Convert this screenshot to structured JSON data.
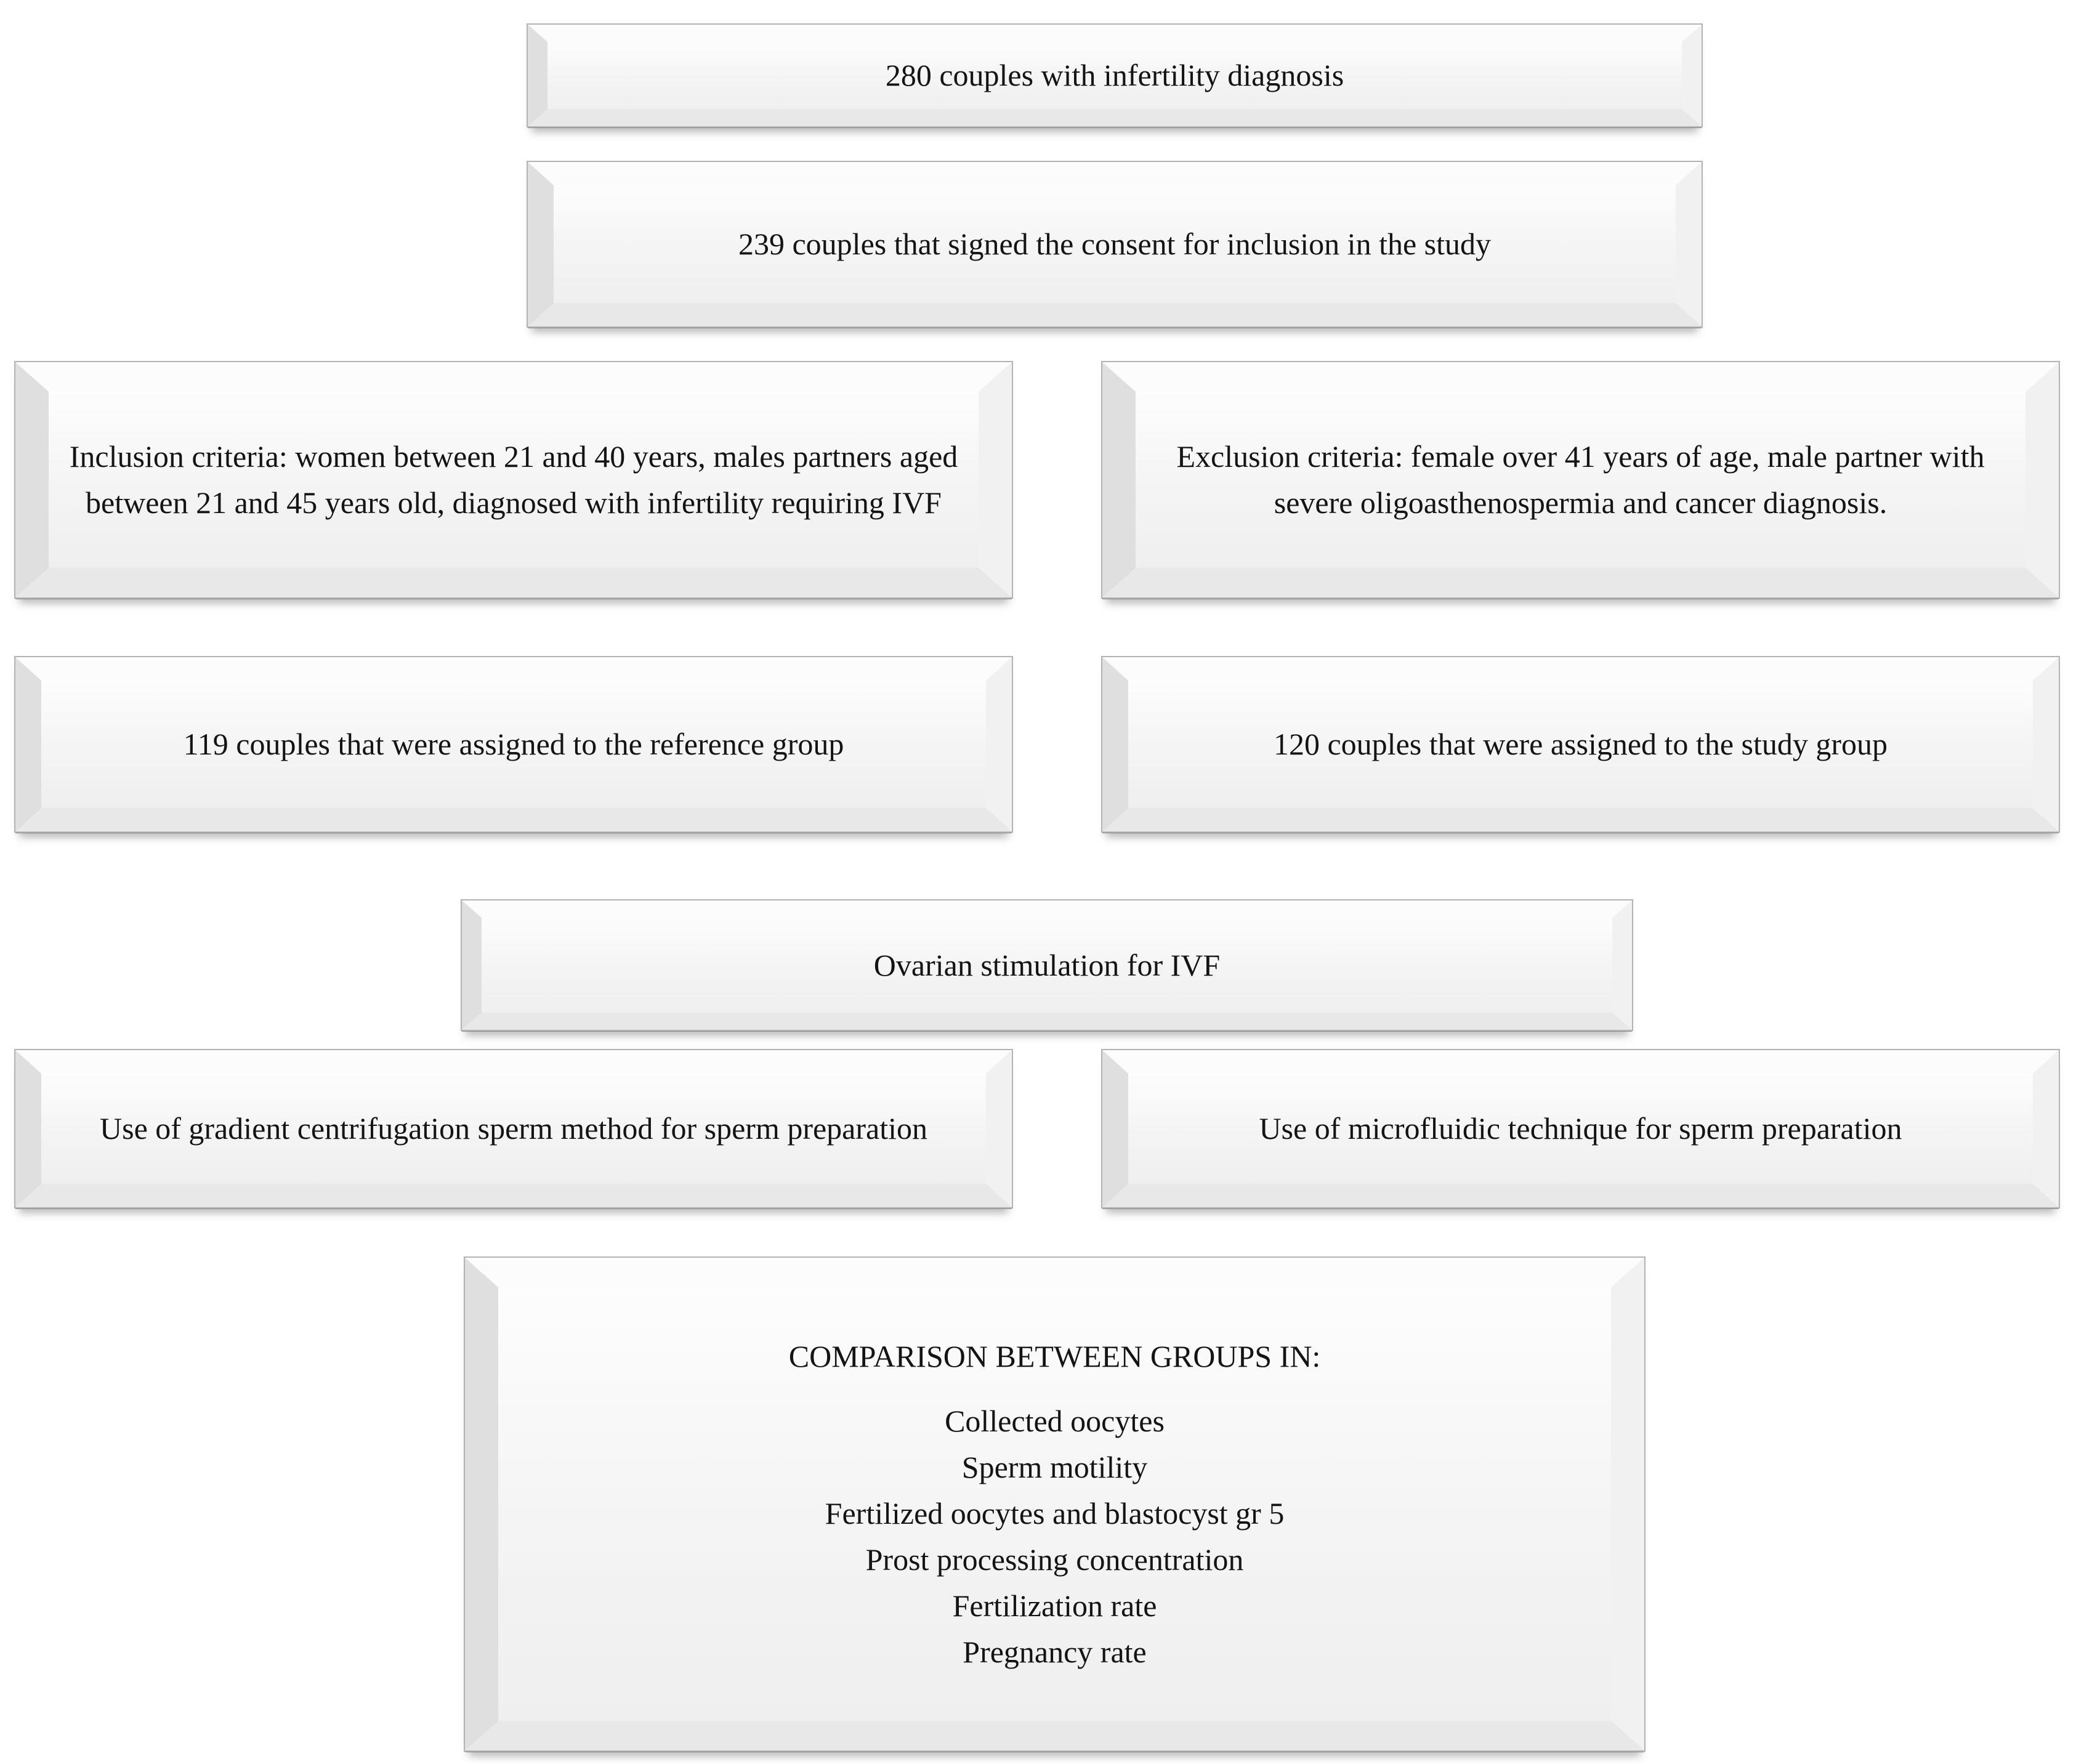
{
  "diagram": {
    "boxes": {
      "b1": {
        "text": "280 couples with infertility diagnosis"
      },
      "b2": {
        "text": "239 couples that signed the consent for inclusion in the study"
      },
      "b3": {
        "text": "Inclusion criteria: women between 21 and 40 years, males partners aged between 21 and 45 years old, diagnosed with infertility requiring IVF"
      },
      "b4": {
        "text": "Exclusion criteria: female over 41 years of age, male partner with severe oligoasthenospermia and cancer diagnosis."
      },
      "b5": {
        "text": "119 couples that were assigned to the reference group"
      },
      "b6": {
        "text": "120 couples that were assigned to the study group"
      },
      "b7": {
        "text": "Ovarian stimulation for IVF"
      },
      "b8": {
        "text": "Use of gradient centrifugation sperm method for sperm preparation"
      },
      "b9": {
        "text": "Use of microfluidic technique for sperm preparation"
      },
      "comparison": {
        "title": "COMPARISON BETWEEN GROUPS IN:",
        "items": [
          "Collected oocytes",
          "Sperm motility",
          "Fertilized oocytes and blastocyst gr 5",
          "Prost processing concentration",
          "Fertilization rate",
          "Pregnancy rate"
        ]
      }
    },
    "colors": {
      "background": "#ffffff",
      "box_fill": "#f4f4f4",
      "box_edge": "#b3b3b3",
      "box_shadow": "#6e6e6e",
      "text": "#141414"
    }
  }
}
